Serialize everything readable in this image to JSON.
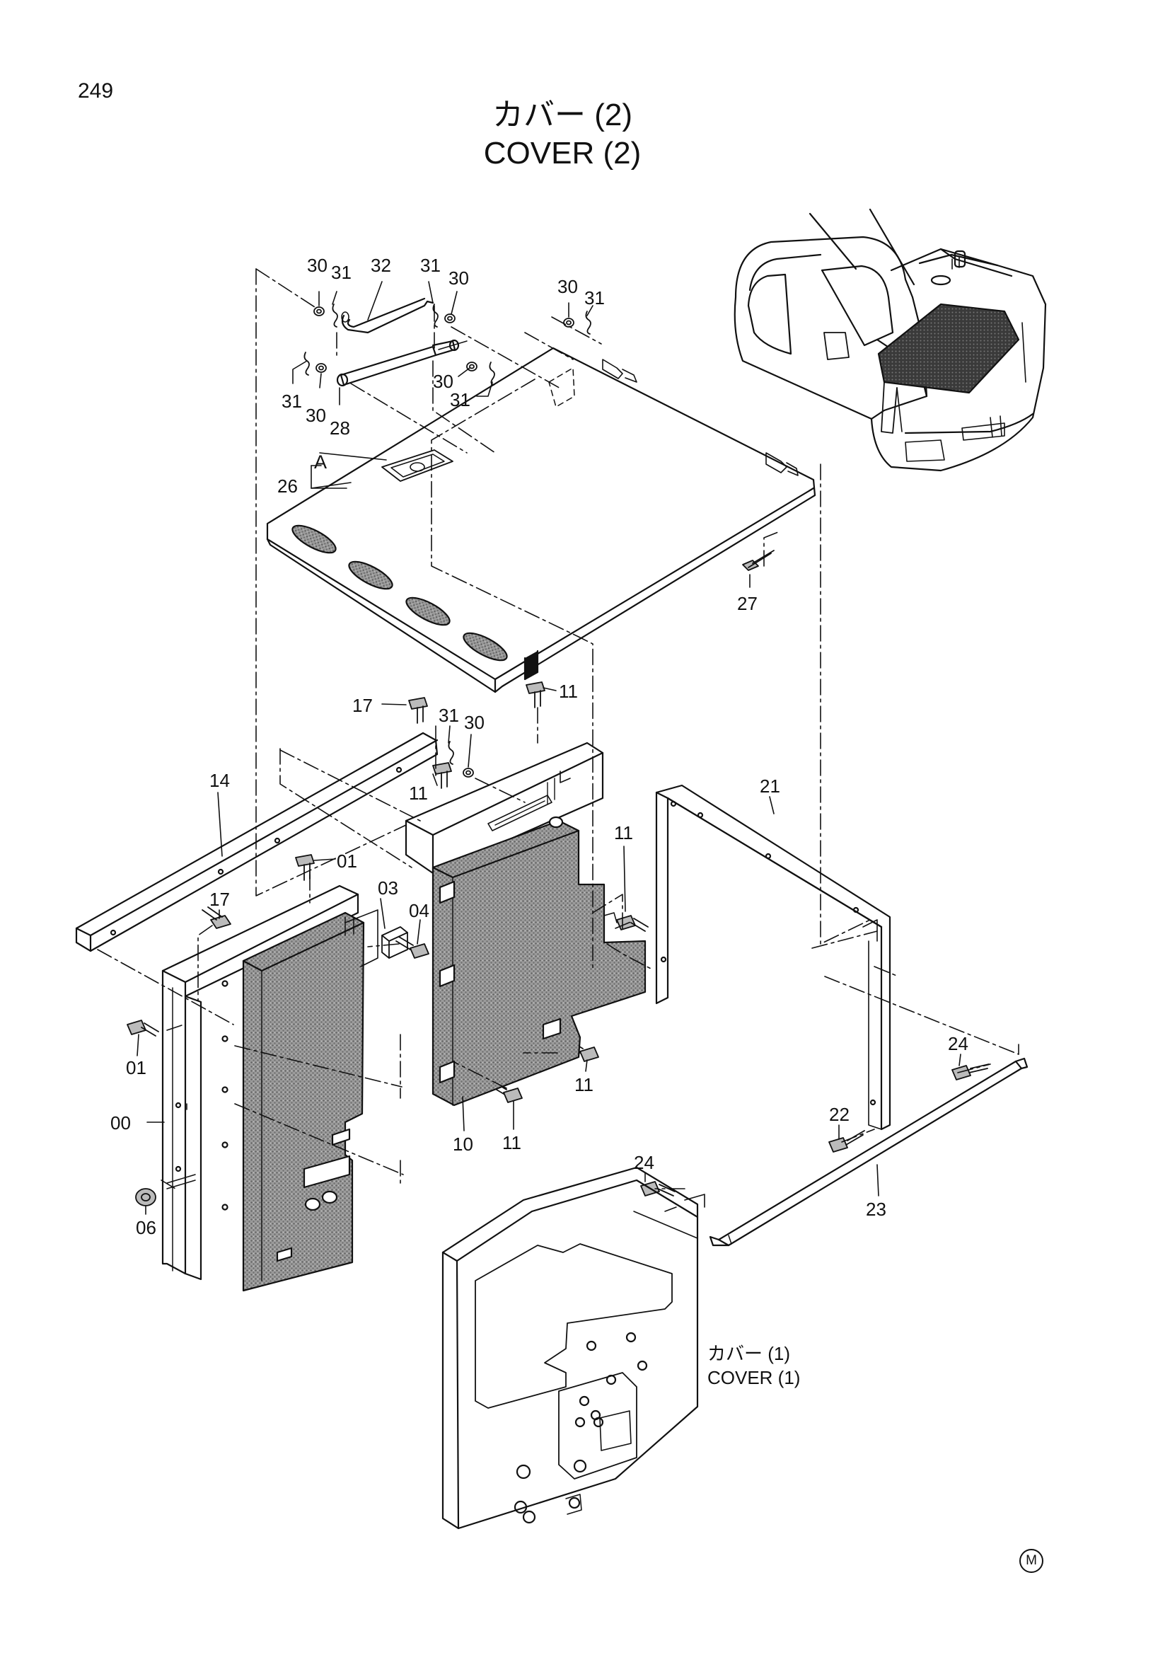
{
  "page_number": "249",
  "title": {
    "japanese": "カバー (2)",
    "english": "COVER (2)"
  },
  "reference": {
    "japanese": "カバー (1)",
    "english": "COVER (1)"
  },
  "parts": {
    "p00": "00",
    "p01a": "01",
    "p01b": "01",
    "p03": "03",
    "p04": "04",
    "p06": "06",
    "p10": "10",
    "p11a": "11",
    "p11b": "11",
    "p11c": "11",
    "p11d": "11",
    "p11e": "11",
    "p14": "14",
    "p17a": "17",
    "p17b": "17",
    "p21": "21",
    "p22": "22",
    "p23": "23",
    "p24a": "24",
    "p24b": "24",
    "p26": "26",
    "p27": "27",
    "p28": "28",
    "p30a": "30",
    "p30b": "30",
    "p30c": "30",
    "p30d": "30",
    "p30e": "30",
    "p30f": "30",
    "p31a": "31",
    "p31b": "31",
    "p31c": "31",
    "p31d": "31",
    "p31e": "31",
    "p31f": "31",
    "p32": "32",
    "detailA": "A"
  },
  "marker": "M"
}
